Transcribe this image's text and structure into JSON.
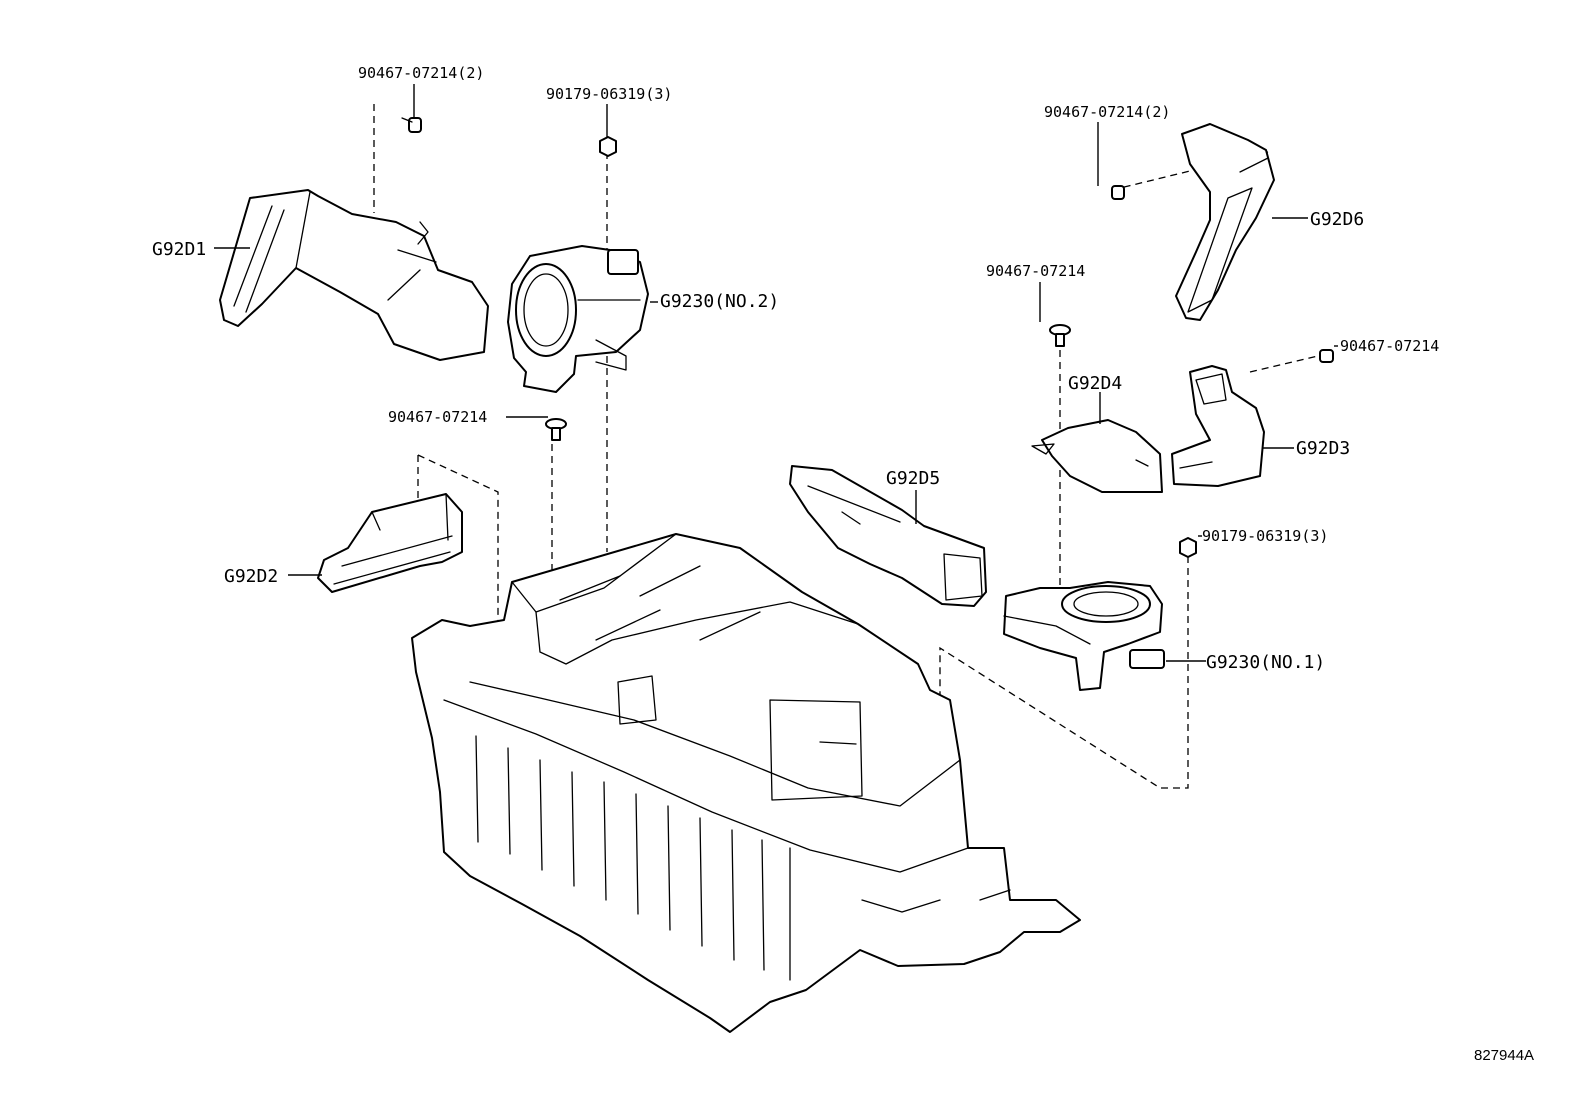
{
  "labels": {
    "bolt_top_left": "90467-07214(2)",
    "nut_top_center": "90179-06319(3)",
    "duct_g92d1": "G92D1",
    "blower_no2": "G9230(NO.2)",
    "clip_mid_left": "90467-07214",
    "duct_g92d2": "G92D2",
    "bolt_top_right": "90467-07214(2)",
    "duct_g92d6": "G92D6",
    "clip_mid_right": "90467-07214",
    "clip_right_edge": "90467-07214",
    "duct_g92d4": "G92D4",
    "duct_g92d3": "G92D3",
    "duct_g92d5": "G92D5",
    "nut_right": "90179-06319(3)",
    "blower_no1": "G9230(NO.1)"
  },
  "reference_code": "827944A"
}
